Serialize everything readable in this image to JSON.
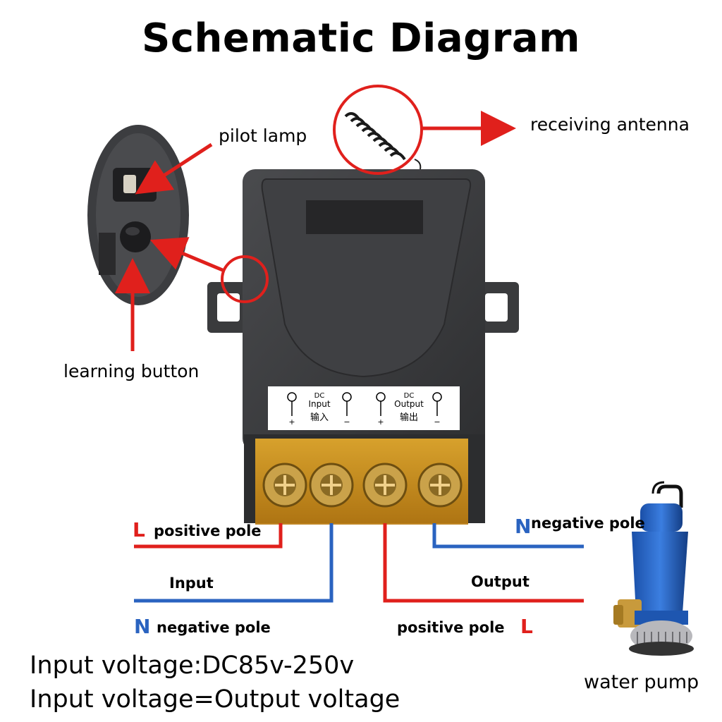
{
  "title": "Schematic Diagram",
  "callouts": {
    "pilot_lamp": "pilot lamp",
    "receiving_antenna": "receiving antenna",
    "learning_button": "learning button",
    "water_pump": "water pump"
  },
  "terminal_panel": {
    "input_label_en": "Input",
    "input_label_cn": "输入",
    "output_label_en": "Output",
    "output_label_cn": "输出",
    "dc": "DC",
    "plus": "+",
    "minus": "−"
  },
  "wiring": {
    "left_L_letter": "L",
    "left_L_text": "positive pole",
    "input_text": "Input",
    "left_N_letter": "N",
    "left_N_text": "negative pole",
    "right_N_letter": "N",
    "right_N_text": "negative pole",
    "output_text": "Output",
    "right_L_text": "positive pole",
    "right_L_letter": "L"
  },
  "footer": {
    "line1": "Input voltage:DC85v-250v",
    "line2": "Input voltage=Output voltage"
  },
  "colors": {
    "red_wire": "#e0201c",
    "blue_wire": "#2a63c0",
    "housing": "#3a3b3d",
    "terminal_cover": "#d79a1c",
    "callout_red": "#e0201c"
  }
}
